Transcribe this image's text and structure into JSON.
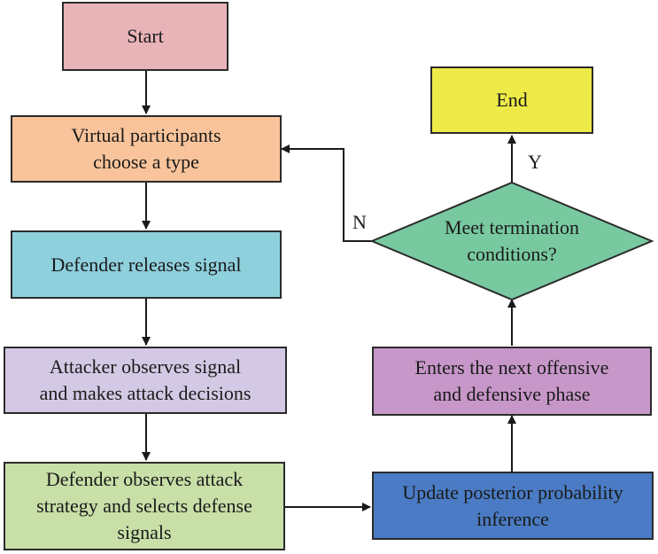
{
  "colors": {
    "start": "#e8b4b8",
    "choose": "#f9c49b",
    "release": "#8fd0dd",
    "observe": "#d4c9e4",
    "select": "#c8dfa8",
    "update": "#4a7bc4",
    "next": "#c797c9",
    "decision": "#78c9a0",
    "end": "#eeea48",
    "stroke": "#2b2b2b"
  },
  "nodes": {
    "start": "Start",
    "choose": [
      "Virtual participants",
      "choose a type"
    ],
    "release": "Defender releases signal",
    "observe": [
      "Attacker observes signal",
      "and makes attack decisions"
    ],
    "select": [
      "Defender observes attack",
      "strategy and selects defense",
      "signals"
    ],
    "update": [
      "Update posterior probability",
      "inference"
    ],
    "next": [
      "Enters the next offensive",
      "and defensive phase"
    ],
    "decision": [
      "Meet termination",
      "conditions?"
    ],
    "end": "End"
  },
  "edge_labels": {
    "yes": "Y",
    "no": "N"
  }
}
